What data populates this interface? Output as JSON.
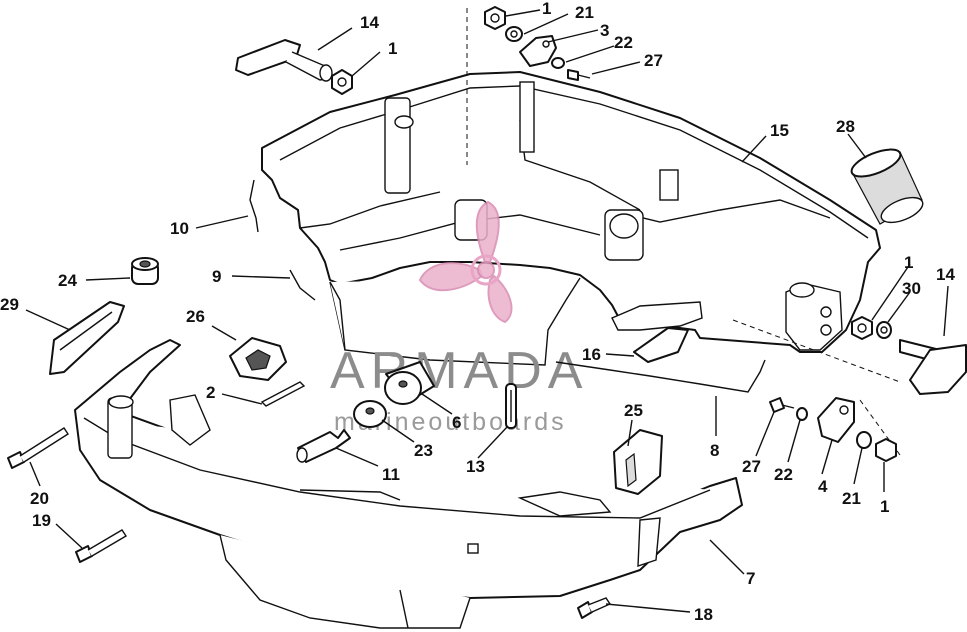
{
  "watermark": {
    "title": "ARMADA",
    "subtitle": "marineoutboards"
  },
  "callouts": {
    "c1": "1",
    "c2": "2",
    "c3": "3",
    "c4": "4",
    "c6": "6",
    "c7": "7",
    "c8": "8",
    "c9": "9",
    "c10": "10",
    "c11": "11",
    "c13": "13",
    "c14": "14",
    "c15": "15",
    "c16": "16",
    "c18": "18",
    "c19": "19",
    "c20": "20",
    "c21": "21",
    "c22": "22",
    "c23": "23",
    "c24": "24",
    "c25": "25",
    "c26": "26",
    "c27": "27",
    "c28": "28",
    "c29": "29",
    "c30": "30"
  }
}
